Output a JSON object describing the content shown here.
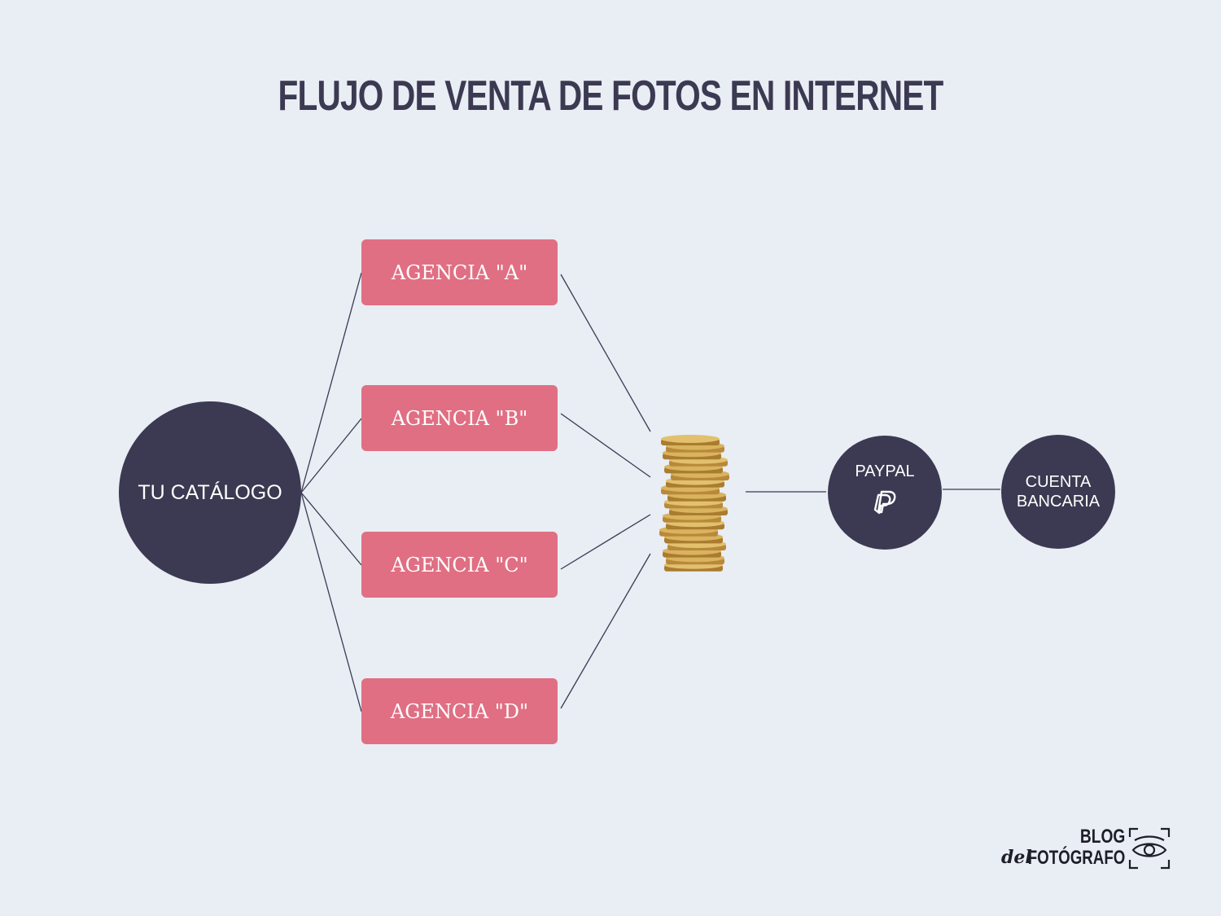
{
  "title": "FLUJO DE VENTA DE FOTOS EN INTERNET",
  "nodes": {
    "catalog": "TU CATÁLOGO",
    "agencies": [
      "AGENCIA \"A\"",
      "AGENCIA \"B\"",
      "AGENCIA \"C\"",
      "AGENCIA \"D\""
    ],
    "money": "coin-stack-icon",
    "paypal": "PAYPAL",
    "paypal_icon": "paypal-icon",
    "bank_line1": "CUENTA",
    "bank_line2": "BANCARIA"
  },
  "logo": {
    "line1": "BLOG",
    "del": "del",
    "line2": "FOTÓGRAFO",
    "icon": "eye-frame-icon"
  },
  "colors": {
    "background": "#e9edf4",
    "circle": "#3b3a52",
    "agency": "#e06f83",
    "line": "#3b3a52",
    "coin": "#c9a24a"
  }
}
